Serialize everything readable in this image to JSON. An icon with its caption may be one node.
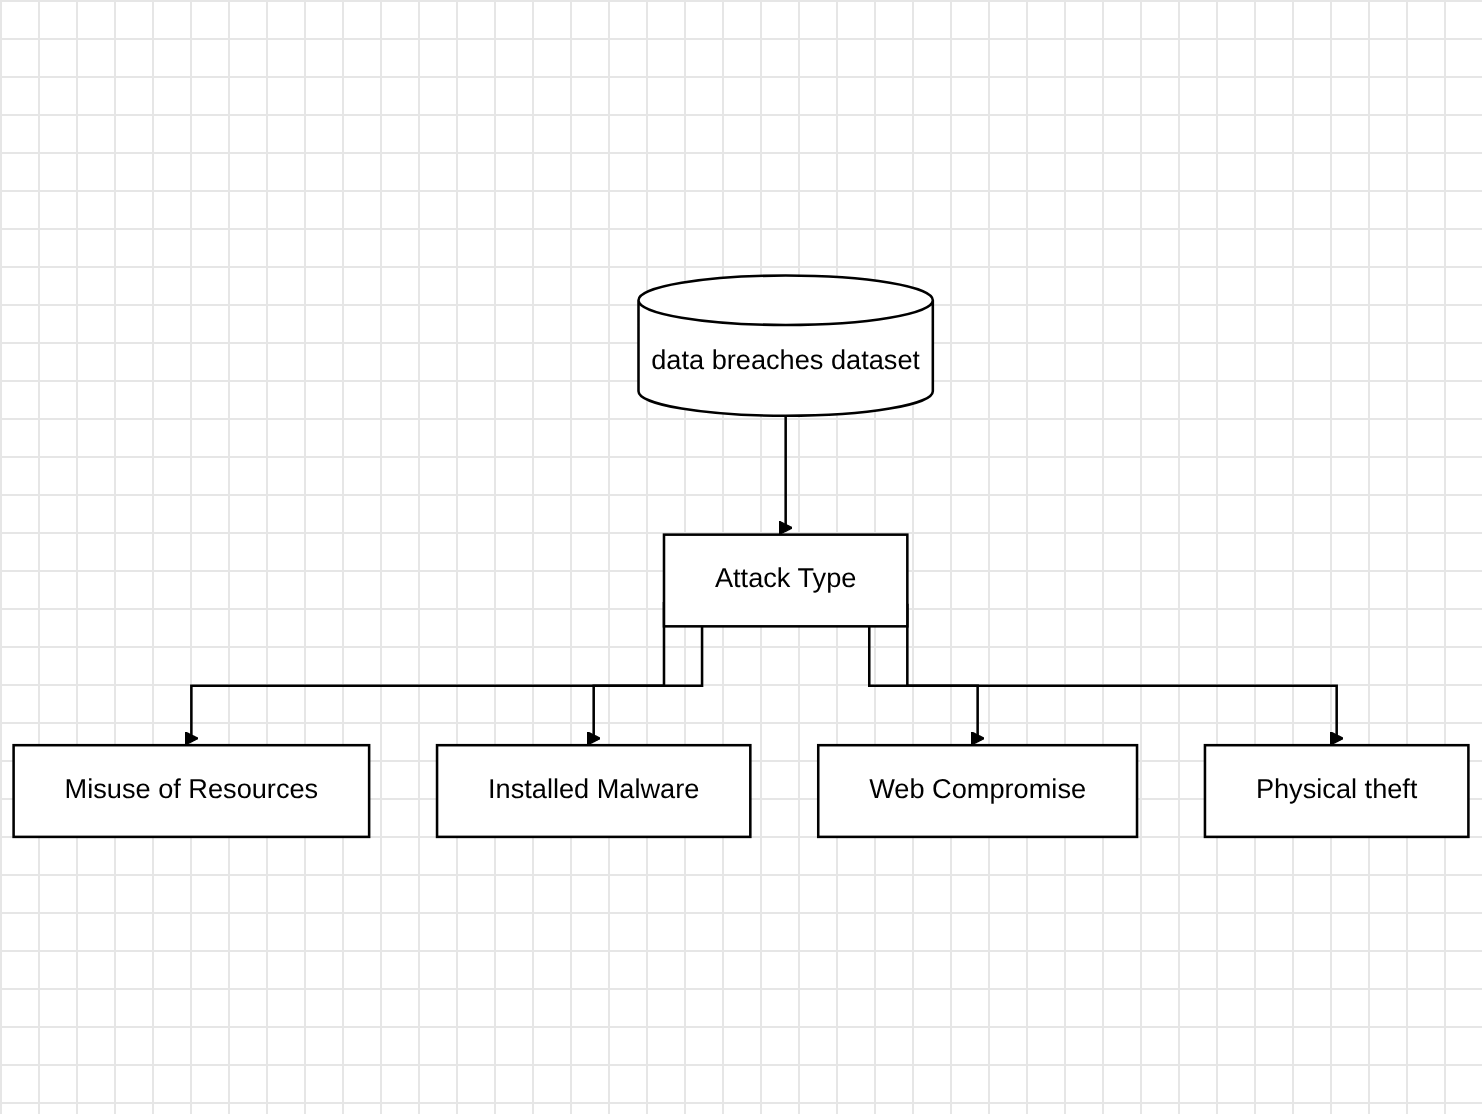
{
  "diagram": {
    "nodes": [
      {
        "text": [
          "data breaches dataset"
        ]
      },
      {
        "text": [
          "Attack Type"
        ]
      },
      {
        "text": [
          "Misuse of Resources"
        ]
      },
      {
        "text": [
          "Installed Malware"
        ]
      },
      {
        "text": [
          "Web Compromise"
        ]
      },
      {
        "text": [
          "Physical theft"
        ]
      }
    ],
    "edges": [
      {
        "from": 0,
        "to": 1,
        "arrow": "to"
      },
      {
        "from": 1,
        "to": 2,
        "arrow": "to"
      },
      {
        "from": 1,
        "to": 3,
        "arrow": "to"
      },
      {
        "from": 1,
        "to": 4,
        "arrow": "to"
      },
      {
        "from": 1,
        "to": 5,
        "arrow": "to"
      }
    ]
  }
}
